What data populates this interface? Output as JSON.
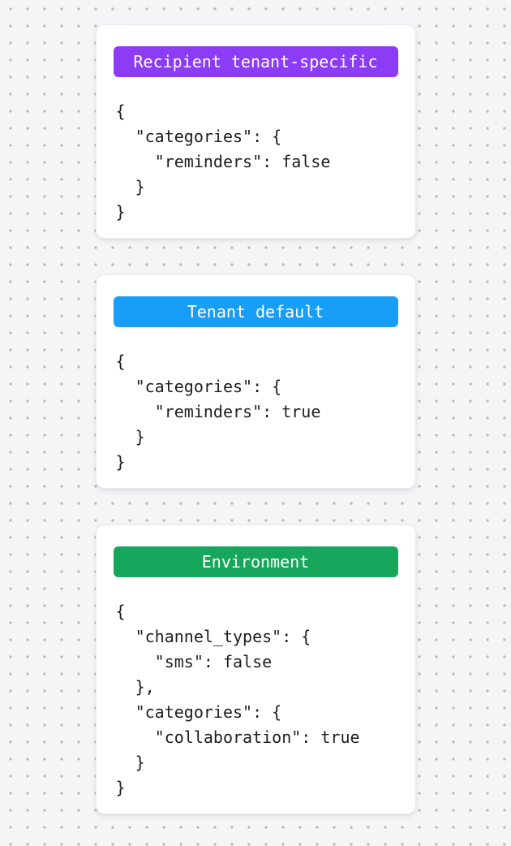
{
  "page": {
    "background_color": "#f5f4f6",
    "dot_color": "#bcbcbc",
    "card_background": "#ffffff",
    "code_text_color": "#1e1e21"
  },
  "cards": [
    {
      "badge": {
        "label": "Recipient tenant-specific",
        "color": "#8b3cf4",
        "text_color": "#ffffff"
      },
      "code_lines": [
        "{",
        "  \"categories\": {",
        "    \"reminders\": false",
        "  }",
        "}"
      ]
    },
    {
      "badge": {
        "label": "Tenant default",
        "color": "#189ef7",
        "text_color": "#ffffff"
      },
      "code_lines": [
        "{",
        "  \"categories\": {",
        "    \"reminders\": true",
        "  }",
        "}"
      ]
    },
    {
      "badge": {
        "label": "Environment",
        "color": "#17a75c",
        "text_color": "#ffffff"
      },
      "code_lines": [
        "{",
        "  \"channel_types\": {",
        "    \"sms\": false",
        "  },",
        "  \"categories\": {",
        "    \"collaboration\": true",
        "  }",
        "}"
      ]
    }
  ]
}
